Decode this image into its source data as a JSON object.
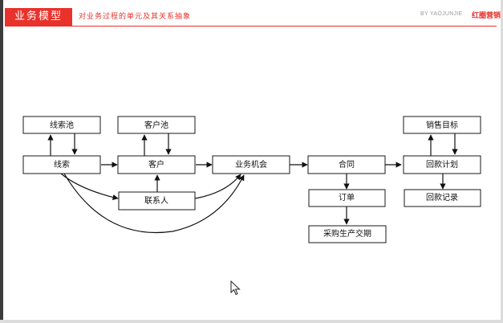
{
  "header": {
    "title": "业务模型",
    "subtitle": "对业务过程的单元及其关系抽象",
    "author": "BY YAOJUNJIE",
    "brand": "红圈营销",
    "accent_color": "#e8322b"
  },
  "diagram": {
    "nodes": {
      "lead_pool": "线索池",
      "customer_pool": "客户池",
      "sales_target": "销售目标",
      "lead": "线索",
      "customer": "客户",
      "opportunity": "业务机会",
      "contract": "合同",
      "payment_plan": "回款计划",
      "contact": "联系人",
      "order": "订单",
      "payment_record": "回款记录",
      "procurement": "采购生产交期"
    }
  }
}
